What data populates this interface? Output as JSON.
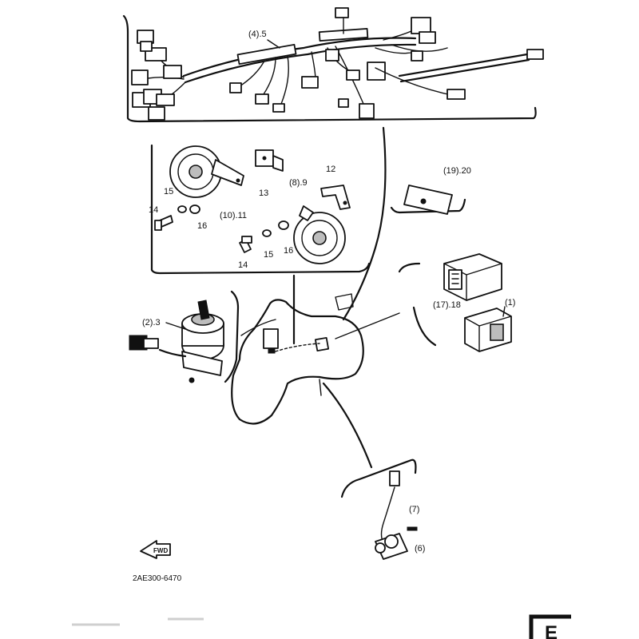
{
  "labels": {
    "harness": "(4).5",
    "horn_a": "(10).11",
    "horn_b": "(8).9",
    "bracket_12": "12",
    "bracket_13": "13",
    "screw_14a": "14",
    "screw_14b": "14",
    "washer_15a": "15",
    "washer_15b": "15",
    "washer_16a": "16",
    "washer_16b": "16",
    "plate_19": "(19).20",
    "relay_17": "(17).18",
    "unit_1": "(1)",
    "switch_2": "(2).3",
    "sensor_6": "(6)",
    "screw_7": "(7)"
  },
  "fwd_arrow_text": "FWD",
  "diagram_code": "2AE300-6470",
  "corner_mark": "E"
}
